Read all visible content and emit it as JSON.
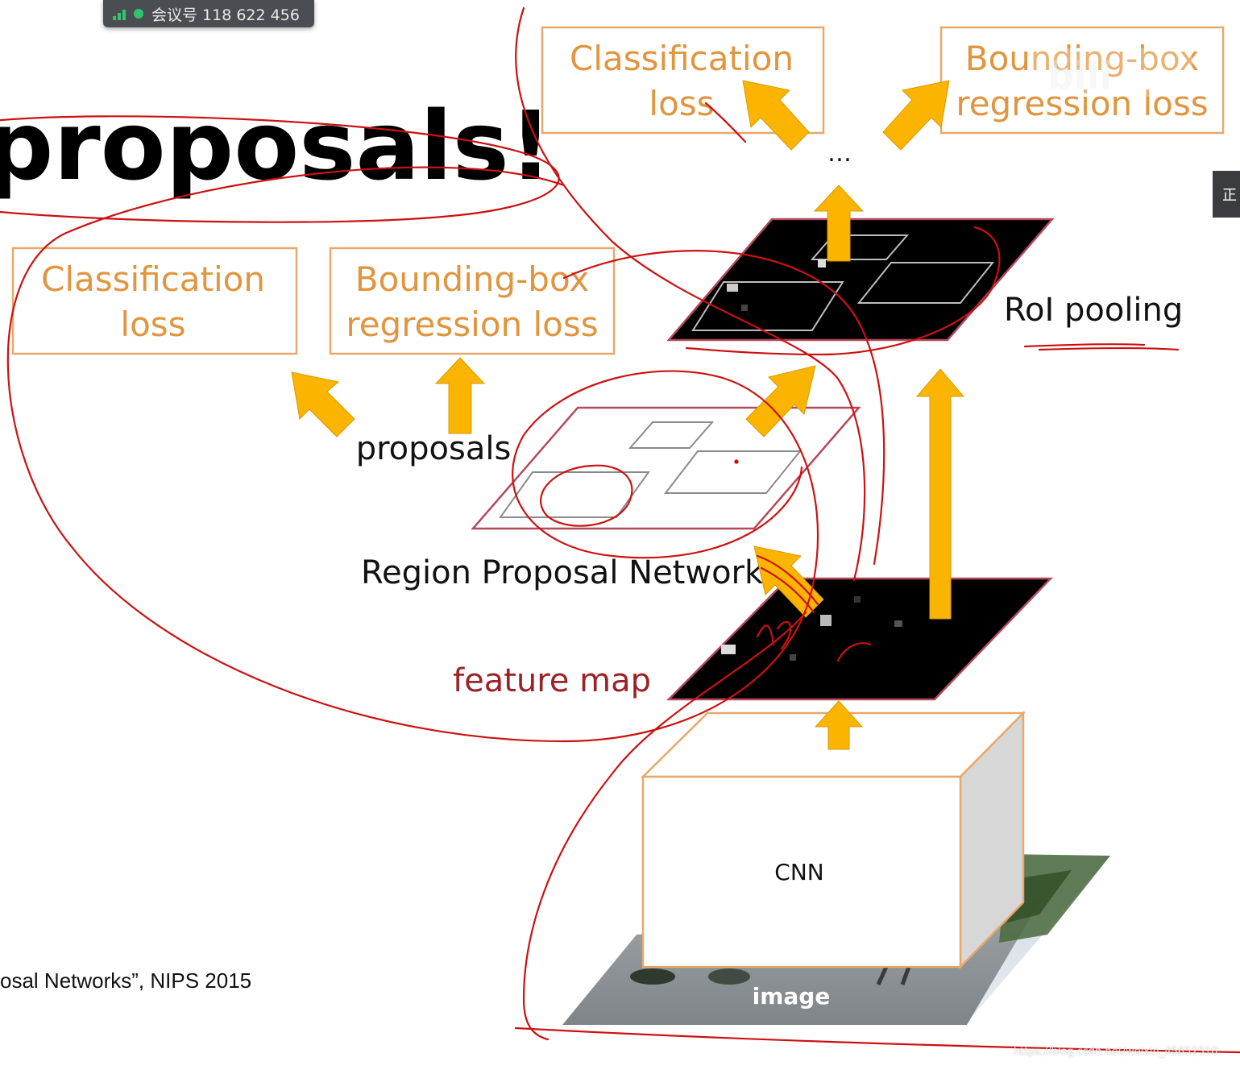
{
  "meeting_bar": {
    "meeting_id": "会议号 118 622 456",
    "signal_icon": "signal-bars-icon",
    "status_dot_color": "#2fc46a"
  },
  "side_tab": {
    "label": "正"
  },
  "slide": {
    "title_fragment": "proposals!",
    "citation_fragment": "osal Networks”, NIPS 2015",
    "rpn_losses": {
      "classification": [
        "Classification",
        "loss"
      ],
      "bbox": [
        "Bounding-box",
        "regression loss"
      ]
    },
    "final_losses": {
      "classification": [
        "Classification",
        "loss"
      ],
      "bbox": [
        "Bounding-box",
        "regression loss"
      ]
    },
    "ellipsis": "…",
    "roi_pooling": "RoI pooling",
    "proposals": "proposals",
    "rpn": "Region Proposal Network",
    "feature_map": "feature map",
    "cnn": "CNN",
    "image": "image"
  },
  "colors": {
    "box_border": "#e8a86a",
    "box_text": "#e0953e",
    "arrow": "#fbb400",
    "arrow_edge": "#d99a00",
    "annotation_ink": "#cc1111",
    "feature_map_label": "#9b2226"
  },
  "watermark": "https://blog.csdn.net/weixin_45652510"
}
